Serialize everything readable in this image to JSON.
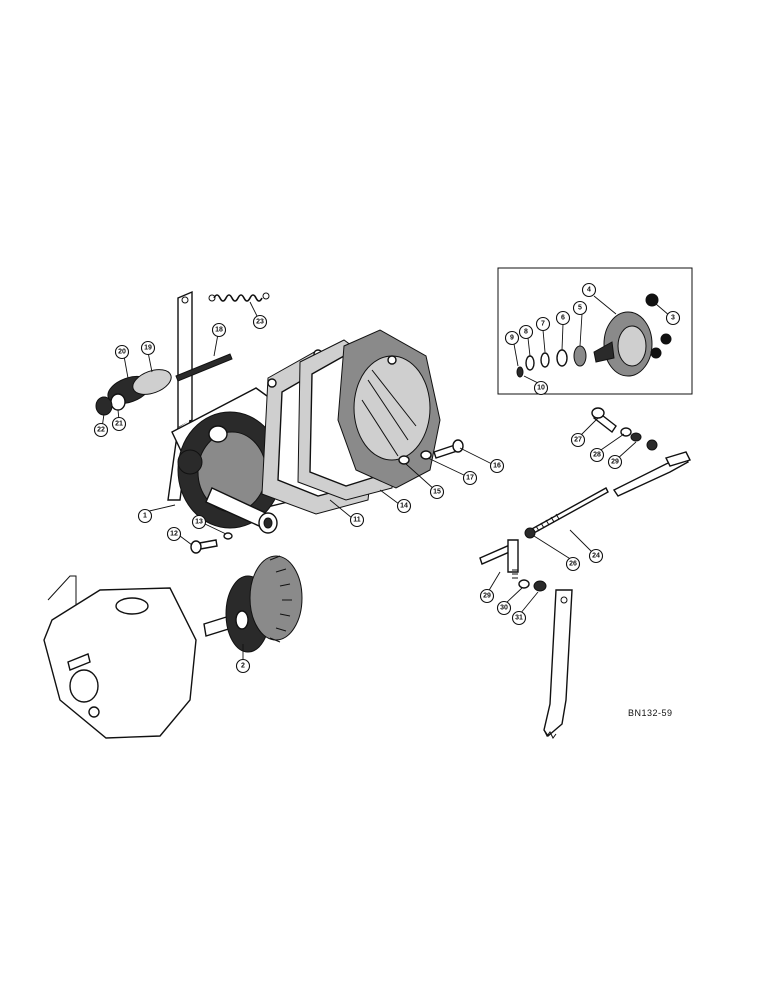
{
  "figure_code": "BN132-59",
  "callouts": [
    {
      "id": "c1",
      "label": "1"
    },
    {
      "id": "c2",
      "label": "2"
    },
    {
      "id": "c3",
      "label": "3"
    },
    {
      "id": "c4",
      "label": "4"
    },
    {
      "id": "c5",
      "label": "5"
    },
    {
      "id": "c6",
      "label": "6"
    },
    {
      "id": "c7",
      "label": "7"
    },
    {
      "id": "c8",
      "label": "8"
    },
    {
      "id": "c9",
      "label": "9"
    },
    {
      "id": "c10",
      "label": "10"
    },
    {
      "id": "c11",
      "label": "11"
    },
    {
      "id": "c12",
      "label": "12"
    },
    {
      "id": "c13",
      "label": "13"
    },
    {
      "id": "c14",
      "label": "14"
    },
    {
      "id": "c15",
      "label": "15"
    },
    {
      "id": "c16",
      "label": "16"
    },
    {
      "id": "c17",
      "label": "17"
    },
    {
      "id": "c17b",
      "label": "17"
    },
    {
      "id": "c18",
      "label": "18"
    },
    {
      "id": "c19",
      "label": "19"
    },
    {
      "id": "c20",
      "label": "20"
    },
    {
      "id": "c21",
      "label": "21"
    },
    {
      "id": "c22",
      "label": "22"
    },
    {
      "id": "c23",
      "label": "23"
    },
    {
      "id": "c24",
      "label": "24"
    },
    {
      "id": "c26",
      "label": "26"
    },
    {
      "id": "c27",
      "label": "27"
    },
    {
      "id": "c28",
      "label": "28"
    },
    {
      "id": "c28b",
      "label": "28"
    },
    {
      "id": "c29",
      "label": "29"
    },
    {
      "id": "c29b",
      "label": "29"
    },
    {
      "id": "c30",
      "label": "30"
    },
    {
      "id": "c31",
      "label": "31"
    }
  ]
}
